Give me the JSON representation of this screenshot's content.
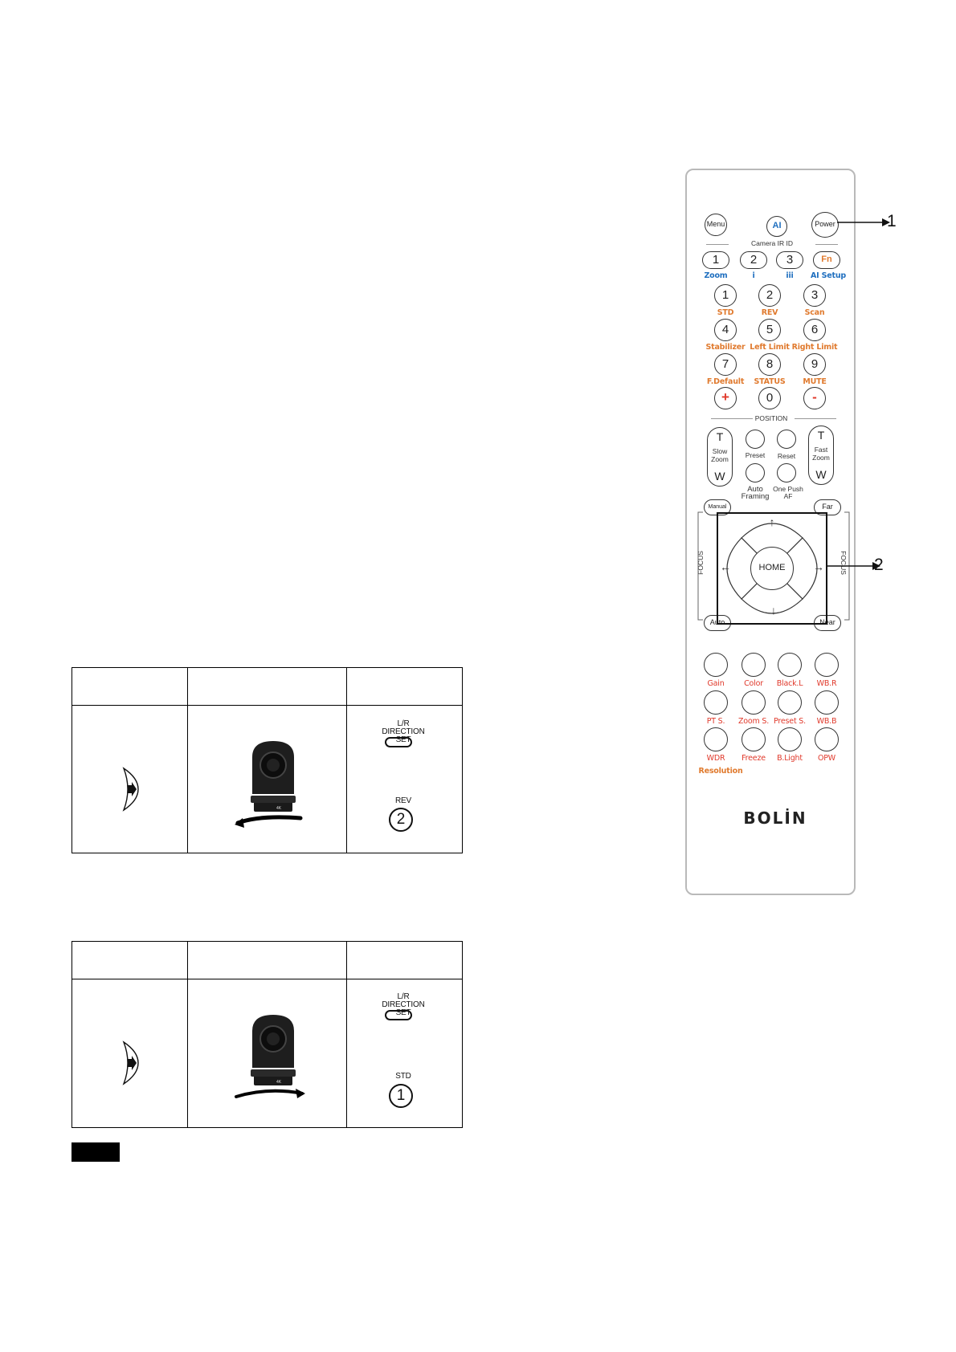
{
  "tables": [
    {
      "button_top_label": "L/R\nDIRECTION SET",
      "button_bottom_label": "REV",
      "button_bottom_num": "2",
      "logo_text": "4K"
    },
    {
      "button_top_label": "L/R\nDIRECTION SET",
      "button_bottom_label": "STD",
      "button_bottom_num": "1",
      "logo_text": "4K"
    }
  ],
  "remote": {
    "top": {
      "menu": "Menu",
      "ai": "AI",
      "power": "Power"
    },
    "camera_ir_id": "Camera IR ID",
    "id_row": {
      "buttons": [
        "1",
        "2",
        "3",
        "Fn"
      ],
      "labels": [
        "Zoom",
        "i",
        "iii",
        "AI Setup"
      ]
    },
    "num_rows": [
      {
        "nums": [
          "1",
          "2",
          "3"
        ],
        "labels": [
          "STD",
          "REV",
          "Scan"
        ]
      },
      {
        "nums": [
          "4",
          "5",
          "6"
        ],
        "labels": [
          "Stabilizer",
          "Left Limit",
          "Right Limit"
        ]
      },
      {
        "nums": [
          "7",
          "8",
          "9"
        ],
        "labels": [
          "F.Default",
          "STATUS",
          "MUTE"
        ]
      }
    ],
    "bottom_num_row": [
      "+",
      "0",
      "-"
    ],
    "position_label": "POSITION",
    "slow_zoom": {
      "t": "T",
      "label": "Slow\nZoom",
      "w": "W"
    },
    "fast_zoom": {
      "t": "T",
      "label": "Fast\nZoom",
      "w": "W"
    },
    "preset": "Preset",
    "reset": "Reset",
    "auto_framing": "Auto\nFraming",
    "one_push_af": "One Push\nAF",
    "manual": "Manual",
    "far": "Far",
    "auto": "Auto",
    "near": "Near",
    "focus_left": "FOCUS",
    "focus_right": "FOCUS",
    "home": "HOME",
    "arrows": {
      "up": "↑",
      "down": "↓",
      "left": "←",
      "right": "→"
    },
    "grid_labels": [
      [
        "Gain",
        "Color",
        "Black.L",
        "WB.R"
      ],
      [
        "PT S.",
        "Zoom S.",
        "Preset S.",
        "WB.B"
      ],
      [
        "WDR",
        "Freeze",
        "B.Light",
        "OPW"
      ]
    ],
    "resolution": "Resolution",
    "brand": "BOLİN",
    "callout_1": "1",
    "callout_2": "2"
  },
  "colors": {
    "orange": "#e07a2e",
    "blue": "#1f6fbf",
    "red": "#e0392b"
  }
}
